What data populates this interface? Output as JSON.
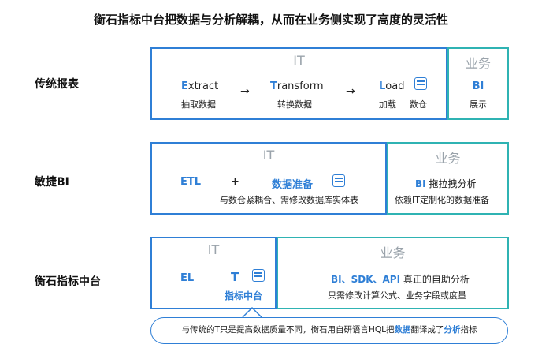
{
  "title": "衡石指标中台把数据与分析解耦，从而在业务侧实现了高度的灵活性",
  "rows": {
    "traditional": {
      "label": "传统报表",
      "it_header": "IT",
      "biz_header": "业务",
      "extract_cap": "E",
      "extract_rest": "xtract",
      "extract_sub": "抽取数据",
      "transform_cap": "T",
      "transform_rest": "ransform",
      "transform_sub": "转换数据",
      "load_cap": "L",
      "load_rest": "oad",
      "load_sub": "加载",
      "warehouse": "数仓",
      "bi": "BI",
      "bi_sub": "展示",
      "arrow": "→"
    },
    "agile": {
      "label": "敏捷BI",
      "it_header": "IT",
      "biz_header": "业务",
      "etl": "ETL",
      "plus": "+",
      "data_prep": "数据准备",
      "coupling": "与数仓紧耦合、需修改数据库实体表",
      "bi": "BI",
      "bi_desc": "拖拉拽分析",
      "dependence": "依赖IT定制化的数据准备"
    },
    "hengshi": {
      "label": "衡石指标中台",
      "it_header": "IT",
      "biz_header": "业务",
      "el": "EL",
      "t": "T",
      "metric_platform": "指标中台",
      "bi_tags": "BI、SDK、API",
      "self_service": "真正的自助分析",
      "modify": "只需修改计算公式、业务字段或度量"
    }
  },
  "note": {
    "part1": "与传统的T只是提高数据质量不同，衡石用自研语言HQL把",
    "data_word": "数据",
    "part2": "翻译成了",
    "analysis_word": "分析",
    "part3": "指标"
  },
  "colors": {
    "blue": "#2f7fd6",
    "teal": "#2fb3b3",
    "gray": "#9aa3ab"
  }
}
